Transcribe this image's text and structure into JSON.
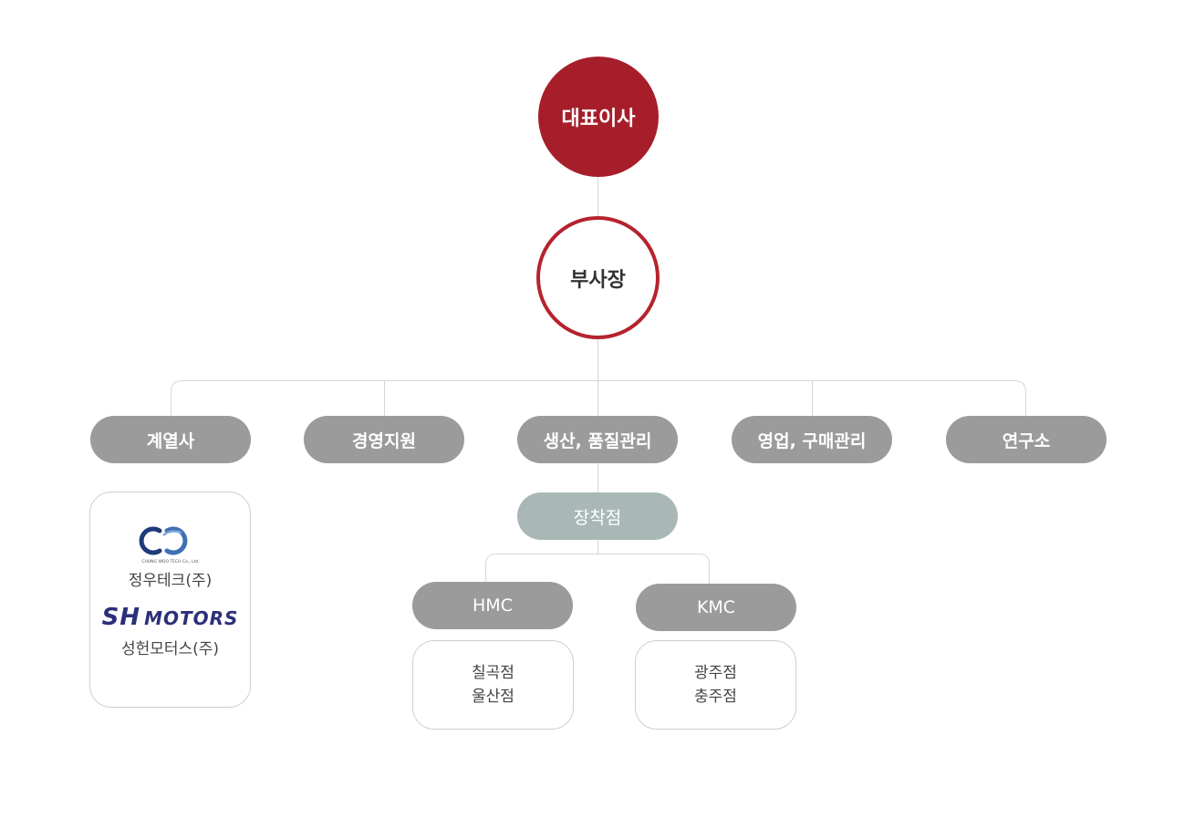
{
  "org": {
    "ceo": "대표이사",
    "vice_president": "부사장",
    "departments": [
      {
        "label": "계열사"
      },
      {
        "label": "경영지원"
      },
      {
        "label": "생산, 품질관리"
      },
      {
        "label": "영업, 구매관리"
      },
      {
        "label": "연구소"
      }
    ],
    "affiliates": [
      {
        "name": "정우테크(주)",
        "logo_text": "CHUNG WOO TECH Co., Ltd."
      },
      {
        "name": "성헌모터스(주)",
        "logo_text_a": "SH",
        "logo_text_b": "MOTORS"
      }
    ],
    "production": {
      "sub_unit": "장착점",
      "branches": [
        {
          "label": "HMC",
          "sites": [
            "칠곡점",
            "울산점"
          ]
        },
        {
          "label": "KMC",
          "sites": [
            "광주점",
            "충주점"
          ]
        }
      ]
    }
  },
  "colors": {
    "ceo_fill": "#a61e2a",
    "vp_border": "#b5232d",
    "pill_gray": "#9b9b9b",
    "sub_unit_fill": "#a9b8b6",
    "connector": "#d6d6d6"
  }
}
